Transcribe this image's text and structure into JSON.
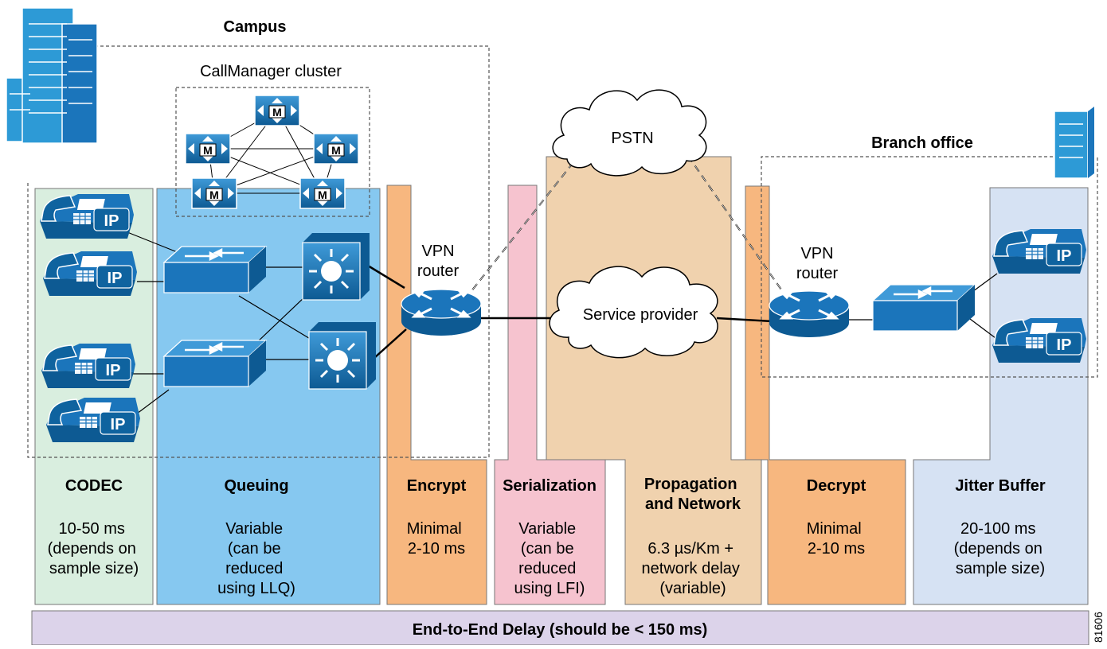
{
  "campus": {
    "title": "Campus",
    "cluster_title": "CallManager cluster"
  },
  "branch": {
    "title": "Branch office"
  },
  "clouds": {
    "pstn": "PSTN",
    "service_provider": "Service provider"
  },
  "routers": {
    "campus": {
      "line1": "VPN",
      "line2": "router"
    },
    "branch": {
      "line1": "VPN",
      "line2": "router"
    }
  },
  "phone_label": "IP",
  "callmanager_label": "M",
  "columns": [
    {
      "id": "codec",
      "title": [
        "CODEC"
      ],
      "desc": [
        "10-50 ms",
        "(depends on",
        "sample size)"
      ],
      "fill": "#d9eedf"
    },
    {
      "id": "queuing",
      "title": [
        "Queuing"
      ],
      "desc": [
        "Variable",
        "(can be",
        "reduced",
        "using LLQ)"
      ],
      "fill": "#86c8f0"
    },
    {
      "id": "encrypt",
      "title": [
        "Encrypt"
      ],
      "desc": [
        "Minimal",
        "2-10 ms"
      ],
      "fill": "#f7b77f"
    },
    {
      "id": "serialization",
      "title": [
        "Serialization"
      ],
      "desc": [
        "Variable",
        "(can be",
        "reduced",
        "using LFI)"
      ],
      "fill": "#f6c3cf"
    },
    {
      "id": "propagation",
      "title": [
        "Propagation",
        "and Network"
      ],
      "desc": [
        "6.3 µs/Km +",
        "network delay",
        "(variable)"
      ],
      "fill": "#f0d2ae"
    },
    {
      "id": "decrypt",
      "title": [
        "Decrypt"
      ],
      "desc": [
        "Minimal",
        "2-10 ms"
      ],
      "fill": "#f7b77f"
    },
    {
      "id": "jitter",
      "title": [
        "Jitter Buffer"
      ],
      "desc": [
        "20-100 ms",
        "(depends on",
        "sample size)"
      ],
      "fill": "#d6e2f3"
    }
  ],
  "footer": {
    "label": "End-to-End Delay (should be < 150 ms)",
    "fill": "#dcd3ea"
  },
  "figure_id": "81606",
  "colors": {
    "device_blue": "#1b75bb",
    "device_dark": "#0d5a93",
    "building": "#2d9ad6"
  }
}
